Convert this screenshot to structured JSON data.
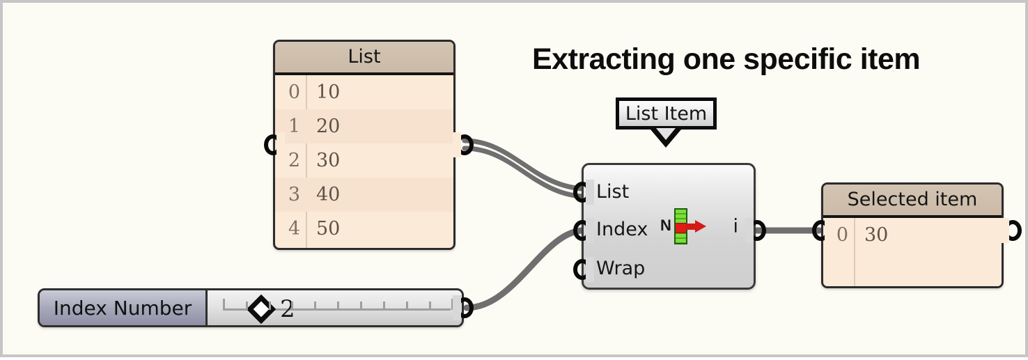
{
  "title": "Extracting one specific item",
  "colors": {
    "canvas": "#fdfcf4",
    "frame": "#c6c6c6",
    "panel_header": "#cbbaa7",
    "panel_body": "#fcead8",
    "panel_row_alt": "#f6e2cf",
    "node_border": "#3a3a3a",
    "wire": "#6f6f6f",
    "slider_label": "#8e8fa6",
    "icon_green": "#7ddd3a",
    "icon_red": "#d31a16"
  },
  "list_panel": {
    "header": "List",
    "rows": [
      {
        "index": "0",
        "value": "10"
      },
      {
        "index": "1",
        "value": "20"
      },
      {
        "index": "2",
        "value": "30"
      },
      {
        "index": "3",
        "value": "40"
      },
      {
        "index": "4",
        "value": "50"
      }
    ]
  },
  "list_item_node": {
    "tooltip": "List Item",
    "inputs": [
      {
        "label": "List"
      },
      {
        "label": "Index"
      },
      {
        "label": "Wrap"
      }
    ],
    "output_label": "i",
    "icon": {
      "name": "list-item-icon",
      "letter": "N"
    }
  },
  "selected_panel": {
    "header": "Selected item",
    "rows": [
      {
        "index": "0",
        "value": "30"
      }
    ]
  },
  "slider": {
    "name": "Index Number",
    "value": "2",
    "ticks": 10
  }
}
